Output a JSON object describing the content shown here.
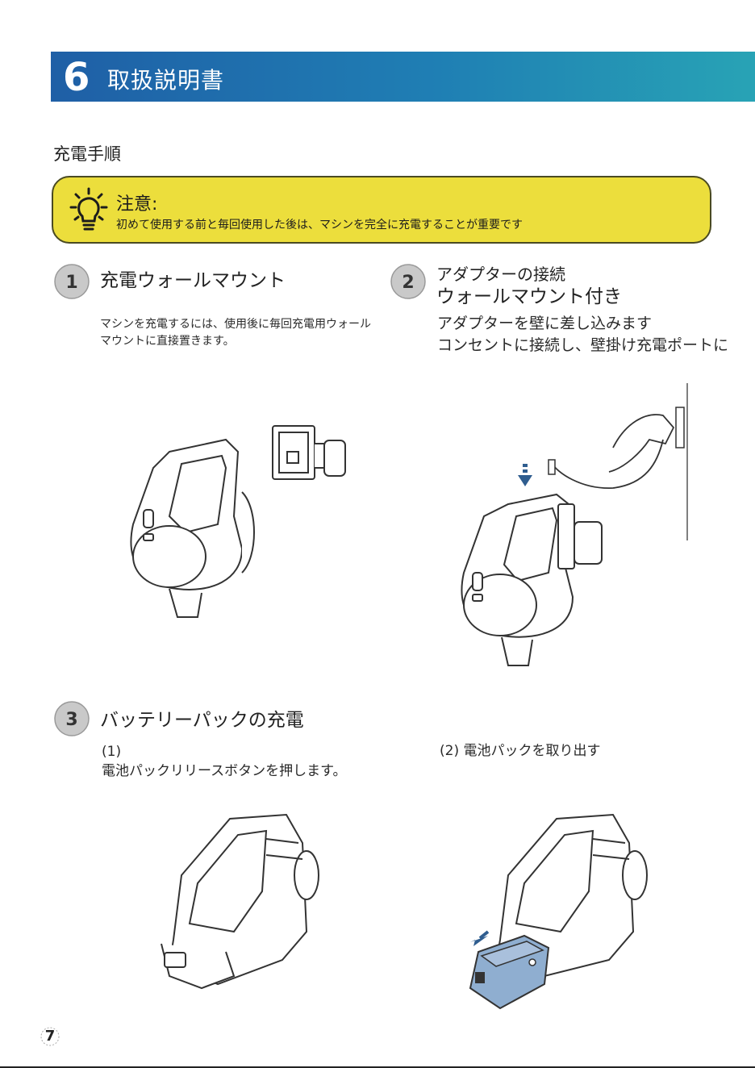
{
  "header": {
    "number": "6",
    "title": "取扱説明書"
  },
  "section_title": "充電手順",
  "notice": {
    "label": "注意:",
    "text": "初めて使用する前と毎回使用した後は、マシンを完全に充電することが重要です"
  },
  "steps": [
    {
      "number": "1",
      "title": "充電ウォールマウント",
      "desc_line1": "マシンを充電するには、使用後に毎回充電用ウォール",
      "desc_line2": "マウントに直接置きます。"
    },
    {
      "number": "2",
      "title_line1": "アダプターの接続",
      "title_line2": "ウォールマウント付き",
      "desc_line1": "アダプターを壁に差し込みます",
      "desc_line2": "コンセントに接続し、壁掛け充電ポートに"
    },
    {
      "number": "3",
      "title": "バッテリーパックの充電",
      "cap1_line1": "(1)",
      "cap1_line2": "電池パックリリースボタンを押します。",
      "cap2": "(2) 電池パックを取り出す"
    }
  ],
  "page_number": "7",
  "colors": {
    "header_start": "#1f5fa6",
    "header_end": "#28a3b5",
    "notice_bg": "#ecde3c",
    "battery": "#8faed0",
    "arrow": "#2f5d8f"
  }
}
